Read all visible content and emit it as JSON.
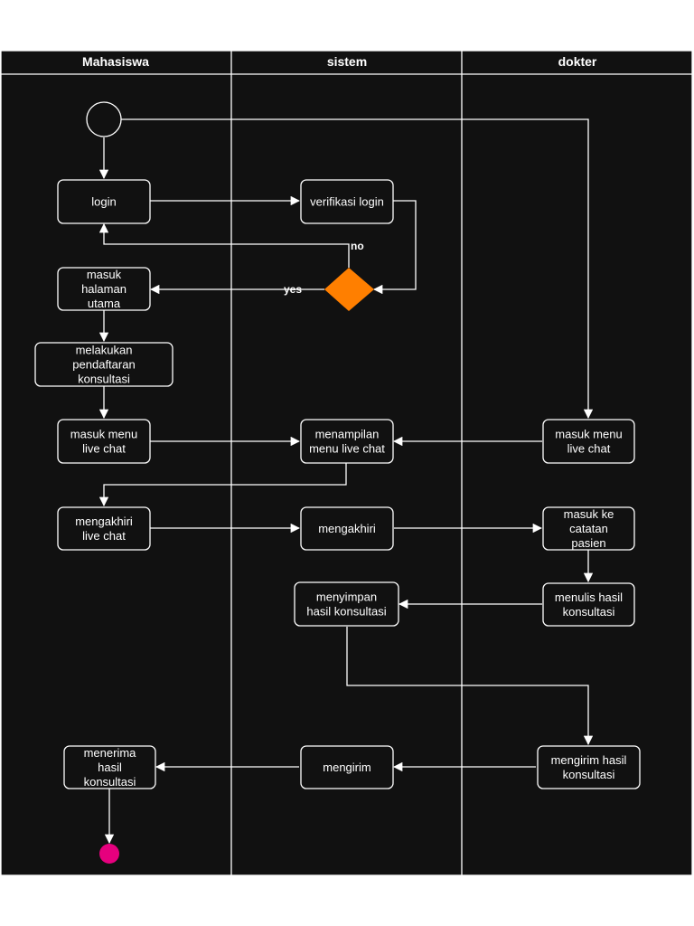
{
  "lanes": [
    {
      "id": "mahasiswa",
      "title": "Mahasiswa"
    },
    {
      "id": "sistem",
      "title": "sistem"
    },
    {
      "id": "dokter",
      "title": "dokter"
    }
  ],
  "nodes": {
    "login": [
      "login"
    ],
    "verifikasi": [
      "verifikasi login"
    ],
    "halaman": [
      "masuk",
      "halaman",
      "utama"
    ],
    "pendaftaran": [
      "melakukan",
      "pendaftaran",
      "konsultasi"
    ],
    "menu_mhs": [
      "masuk menu",
      "live chat"
    ],
    "menampilkan": [
      "menampilan",
      "menu live chat"
    ],
    "menu_dokter": [
      "masuk menu",
      "live chat"
    ],
    "akhiri_mhs": [
      "mengakhiri",
      "live chat"
    ],
    "akhiri_sys": [
      "mengakhiri"
    ],
    "catatan": [
      "masuk ke",
      "catatan",
      "pasien"
    ],
    "menyimpan": [
      "menyimpan",
      "hasil konsultasi"
    ],
    "menulis": [
      "menulis hasil",
      "konsultasi"
    ],
    "menerima": [
      "menerima",
      "hasil",
      "konsultasi"
    ],
    "mengirim_sys": [
      "mengirim"
    ],
    "mengirim_dokter": [
      "mengirim hasil",
      "konsultasi"
    ]
  },
  "edge_labels": {
    "no": "no",
    "yes": "yes"
  },
  "colors": {
    "background": "#111111",
    "line": "#ffffff",
    "decision": "#ff7f00",
    "final": "#e6007e"
  }
}
